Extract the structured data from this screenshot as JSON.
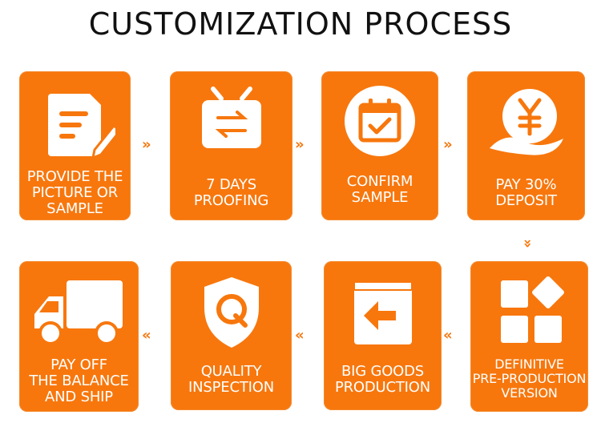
{
  "title": "CUSTOMIZATION PROCESS",
  "colors": {
    "accent": "#f7770d",
    "icon": "#ffffff",
    "title": "#111111"
  },
  "arrows": {
    "right": "»",
    "left": "«",
    "down": "»"
  },
  "steps": [
    {
      "icon": "document-pen-icon",
      "lines": [
        "PROVIDE THE",
        "PICTURE OR",
        "SAMPLE"
      ]
    },
    {
      "icon": "tv-exchange-icon",
      "lines": [
        "7 DAYS",
        "PROOFING"
      ]
    },
    {
      "icon": "calendar-check-icon",
      "lines": [
        "CONFIRM",
        "SAMPLE"
      ]
    },
    {
      "icon": "yen-coin-hand-icon",
      "lines": [
        "PAY 30%",
        "DEPOSIT"
      ]
    },
    {
      "icon": "blocks-icon",
      "lines": [
        "DEFINITIVE",
        "PRE-PRODUCTION",
        "VERSION"
      ]
    },
    {
      "icon": "box-arrow-icon",
      "lines": [
        "BIG GOODS",
        "PRODUCTION"
      ]
    },
    {
      "icon": "shield-q-icon",
      "lines": [
        "QUALITY",
        "INSPECTION"
      ]
    },
    {
      "icon": "truck-icon",
      "lines": [
        "PAY OFF",
        "THE BALANCE",
        "AND SHIP"
      ]
    }
  ]
}
